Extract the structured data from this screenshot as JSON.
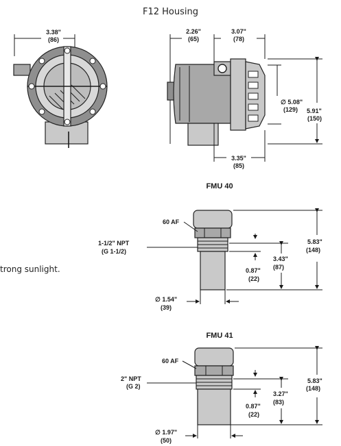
{
  "header": {
    "title": "F12 Housing"
  },
  "side_text": "trong sunlight.",
  "front_view": {
    "width_in": "3.38\"",
    "width_mm": "(86)"
  },
  "side_view": {
    "depth_left_in": "2.26\"",
    "depth_left_mm": "(65)",
    "depth_right_in": "3.07\"",
    "depth_right_mm": "(78)",
    "diameter_in": "∅ 5.08\"",
    "diameter_mm": "(129)",
    "height_in": "5.91\"",
    "height_mm": "(150)",
    "base_in": "3.35\"",
    "base_mm": "(85)"
  },
  "fmu40": {
    "title": "FMU 40",
    "af": "60 AF",
    "thread": "1-1/2\" NPT",
    "thread_alt": "(G 1-1/2)",
    "total_height_in": "5.83\"",
    "total_height_mm": "(148)",
    "sensor_height_in": "3.43\"",
    "sensor_height_mm": "(87)",
    "thread_len_in": "0.87\"",
    "thread_len_mm": "(22)",
    "diameter_in": "∅ 1.54\"",
    "diameter_mm": "(39)"
  },
  "fmu41": {
    "title": "FMU 41",
    "af": "60 AF",
    "thread": "2\" NPT",
    "thread_alt": "(G 2)",
    "total_height_in": "5.83\"",
    "total_height_mm": "(148)",
    "sensor_height_in": "3.27\"",
    "sensor_height_mm": "(83)",
    "thread_len_in": "0.87\"",
    "thread_len_mm": "(22)",
    "diameter_in": "∅ 1.97\"",
    "diameter_mm": "(50)"
  }
}
